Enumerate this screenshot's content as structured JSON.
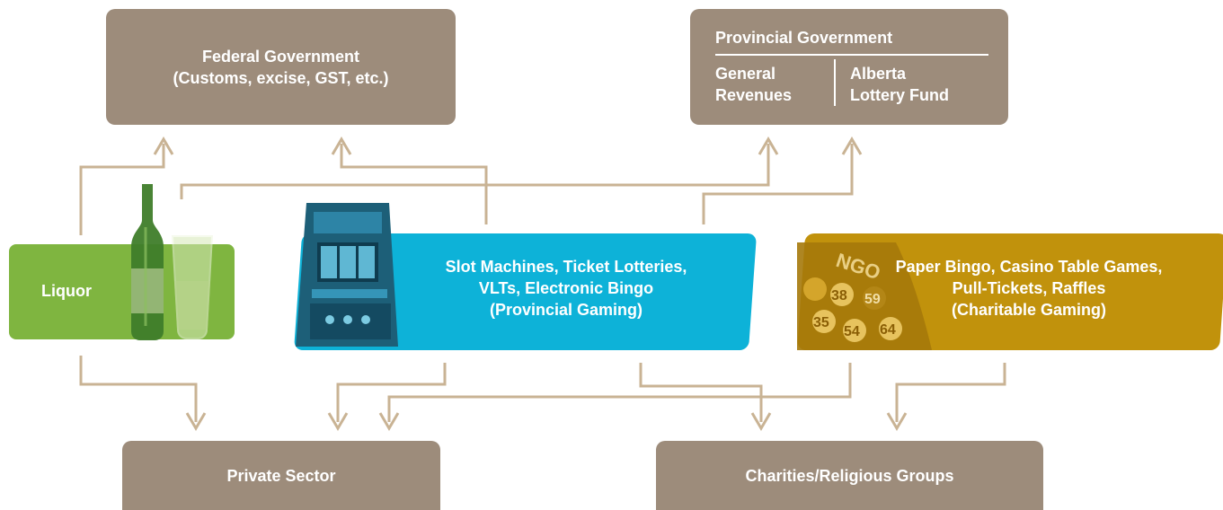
{
  "federal": {
    "title": "Federal Government",
    "subtitle": "(Customs, excise, GST, etc.)"
  },
  "provincial": {
    "title": "Provincial Government",
    "left_line1": "General",
    "left_line2": "Revenues",
    "right_line1": "Alberta",
    "right_line2": "Lottery Fund"
  },
  "liquor": {
    "label": "Liquor"
  },
  "provincial_gaming": {
    "line1": "Slot Machines, Ticket Lotteries,",
    "line2": "VLTs, Electronic Bingo",
    "line3": "(Provincial Gaming)"
  },
  "charitable_gaming": {
    "line1": "Paper Bingo, Casino Table Games,",
    "line2": "Pull-Tickets, Raffles",
    "line3": "(Charitable Gaming)"
  },
  "bingo_numbers": [
    "38",
    "59",
    "35",
    "54",
    "64"
  ],
  "bingo_letters": "NGO",
  "private_sector": {
    "label": "Private Sector"
  },
  "charities": {
    "label": "Charities/Religious Groups"
  },
  "colors": {
    "taupe": "#9d8c7b",
    "liquor_green": "#7fb540",
    "provincial_cyan": "#0db2d8",
    "charitable_gold": "#c1920c",
    "flow_line": "#c9b394"
  }
}
